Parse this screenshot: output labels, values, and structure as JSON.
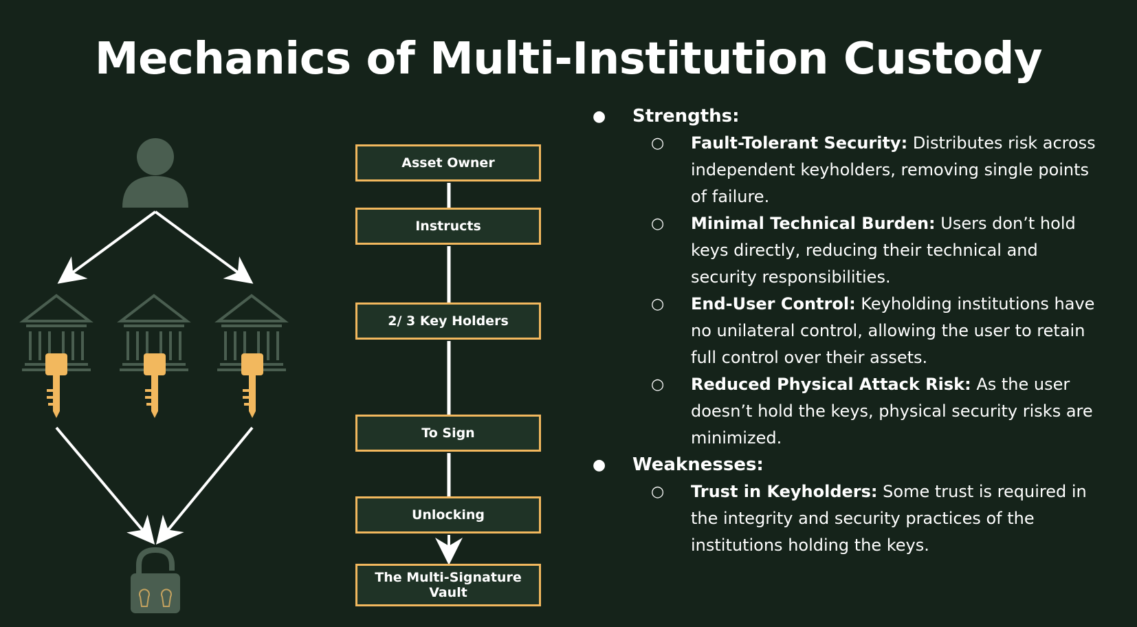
{
  "title": "Mechanics of Multi-Institution Custody",
  "colors": {
    "background": "#15231a",
    "box_fill": "#1f3326",
    "box_border": "#f2b85e",
    "key": "#f2b85e",
    "muted_icon": "#4a5e50",
    "text": "#ffffff"
  },
  "flow": [
    {
      "label": "Asset Owner"
    },
    {
      "label": "Instructs"
    },
    {
      "label": "2/ 3 Key Holders"
    },
    {
      "label": "To Sign"
    },
    {
      "label": "Unlocking"
    },
    {
      "label": "The Multi-Signature Vault"
    }
  ],
  "bullets": {
    "strengths_label": "Strengths:",
    "strengths": [
      {
        "heading": "Fault-Tolerant Security:",
        "text": " Distributes risk across independent keyholders, removing single points of failure."
      },
      {
        "heading": "Minimal Technical Burden:",
        "text": " Users don’t hold keys directly, reducing their technical and security responsibilities."
      },
      {
        "heading": "End-User Control:",
        "text": " Keyholding institutions have no unilateral control, allowing the user to retain full control over their assets."
      },
      {
        "heading": "Reduced Physical Attack Risk:",
        "text": " As the user doesn’t hold the keys, physical security risks are minimized."
      }
    ],
    "weaknesses_label": "Weaknesses:",
    "weaknesses": [
      {
        "heading": "Trust in Keyholders:",
        "text": " Some trust is required in the integrity and security practices of the institutions holding the keys."
      }
    ]
  }
}
